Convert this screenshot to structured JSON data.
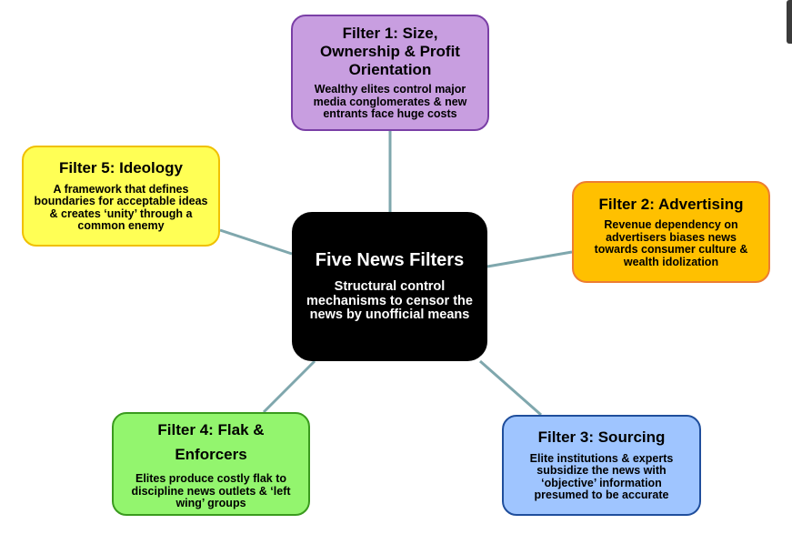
{
  "center": {
    "title": "Five News Filters",
    "description": "Structural control mechanisms to censor the news by unofficial means"
  },
  "filters": [
    {
      "id": "f1",
      "title": "Filter 1: Size, Ownership & Profit Orientation",
      "description": "Wealthy elites control major media conglomerates & new entrants face huge costs",
      "color": "#c89ee0"
    },
    {
      "id": "f2",
      "title": "Filter 2: Advertising",
      "description": "Revenue dependency on advertisers biases news towards consumer culture & wealth idolization",
      "color": "#ffc000"
    },
    {
      "id": "f3",
      "title": "Filter 3: Sourcing",
      "description": "Elite institutions & experts subsidize the news with ‘objective’ information presumed to be accurate",
      "color": "#9fc5ff"
    },
    {
      "id": "f4",
      "title": "Filter 4: Flak & Enforcers",
      "description": "Elites produce costly flak to discipline news outlets & ‘left wing’ groups",
      "color": "#93f56e"
    },
    {
      "id": "f5",
      "title": "Filter 5: Ideology",
      "description": "A framework that defines boundaries for acceptable ideas & creates ‘unity’ through a common enemy",
      "color": "#ffff55"
    }
  ],
  "connector_color": "#7fa7ad"
}
